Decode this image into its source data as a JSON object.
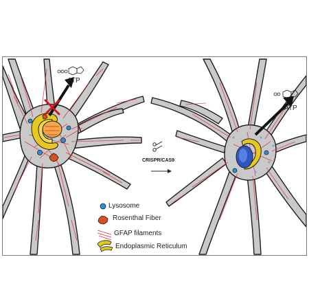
{
  "diagram": {
    "left_cell": {
      "atp_label": "ATP",
      "blocked": true
    },
    "right_cell": {
      "atp_label": "ATP",
      "blocked": false
    },
    "treatment_label": "CRISPR/CAS9",
    "legend": [
      {
        "label": "Lysosome",
        "icon": "lysosome-icon"
      },
      {
        "label": "Rosenthal Fiber",
        "icon": "rosenthal-fiber-icon"
      },
      {
        "label": "GFAP filaments",
        "icon": "gfap-filaments-icon"
      },
      {
        "label": "Endoplasmic Reticulum",
        "icon": "endoplasmic-reticulum-icon"
      }
    ],
    "colors": {
      "cell_fill": "#c9c9c9",
      "filament": "#e0303a",
      "lysosome": "#2a8fd6",
      "rosenthal": "#d8501e",
      "er": "#e6c81f",
      "nucleus": "#2f56c6",
      "block_x": "#d11818"
    }
  }
}
